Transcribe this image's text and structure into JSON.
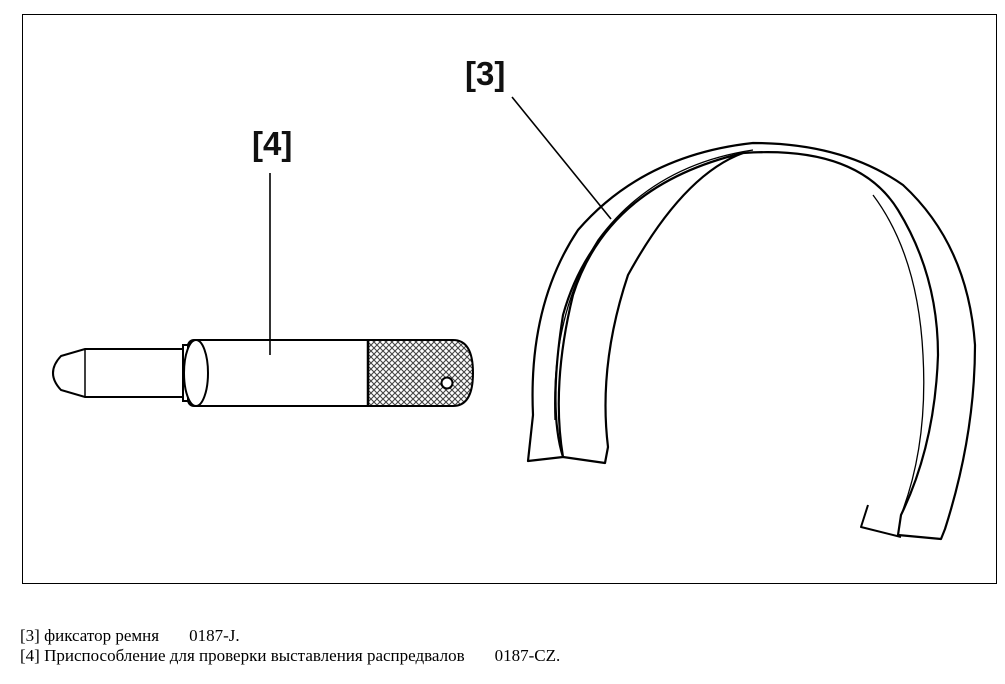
{
  "figure": {
    "callouts": {
      "belt_retainer": "[3]",
      "camshaft_tool": "[4]"
    }
  },
  "legend": {
    "items": [
      {
        "ref": "[3]",
        "description": "фиксатор ремня",
        "code": "0187-J."
      },
      {
        "ref": "[4]",
        "description": "Приспособление для проверки выставления распредвалов",
        "code": "0187-CZ."
      }
    ]
  }
}
